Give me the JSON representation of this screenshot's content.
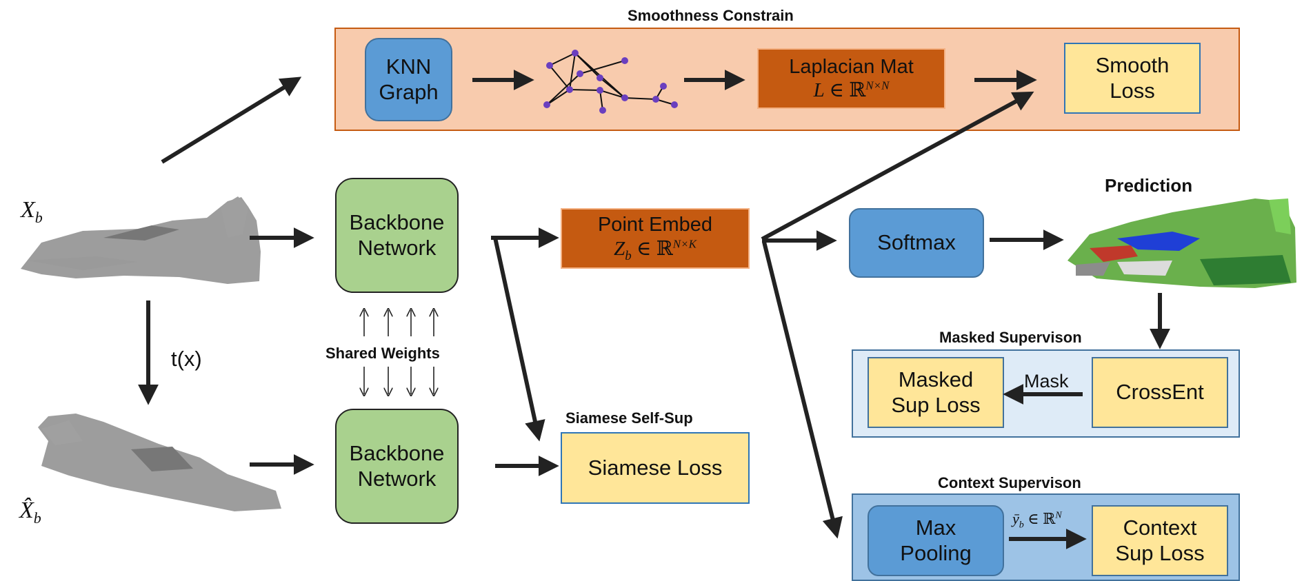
{
  "sections": {
    "smoothness": "Smoothness Constrain",
    "prediction": "Prediction",
    "masked": "Masked Supervison",
    "context": "Context Supervison",
    "siamese": "Siamese Self-Sup",
    "shared_weights": "Shared Weights"
  },
  "inputs": {
    "x_b_main": "X",
    "x_b_sub": "b",
    "x_hat_main": "X̂",
    "x_hat_sub": "b",
    "transform": "t(x)"
  },
  "nodes": {
    "knn_line1": "KNN",
    "knn_line2": "Graph",
    "laplacian_title": "Laplacian Mat",
    "laplacian_L": "L",
    "laplacian_R": "ℝ",
    "laplacian_sup": "N×N",
    "smooth_line1": "Smooth",
    "smooth_line2": "Loss",
    "backbone_top_line1": "Backbone",
    "backbone_top_line2": "Network",
    "backbone_bot_line1": "Backbone",
    "backbone_bot_line2": "Network",
    "embed_title": "Point Embed",
    "embed_Z": "Z",
    "embed_sub": "b",
    "embed_R": "ℝ",
    "embed_sup": "N×K",
    "softmax": "Softmax",
    "siamese_loss": "Siamese Loss",
    "masked_line1": "Masked",
    "masked_line2": "Sup Loss",
    "crossent": "CrossEnt",
    "mask_label": "Mask",
    "maxpool_line1": "Max",
    "maxpool_line2": "Pooling",
    "context_line1": "Context",
    "context_line2": "Sup Loss",
    "ybar": "ȳ",
    "ybar_sub": "b",
    "ybar_R": "ℝ",
    "ybar_sup": "N"
  },
  "colors": {
    "smooth_panel": "#f8cbad",
    "masked_panel": "#deebf7",
    "context_panel": "#9dc3e6",
    "graph_node": "#6a3fbf",
    "pointcloud": "#8c8c8c",
    "arrow": "#222222"
  }
}
